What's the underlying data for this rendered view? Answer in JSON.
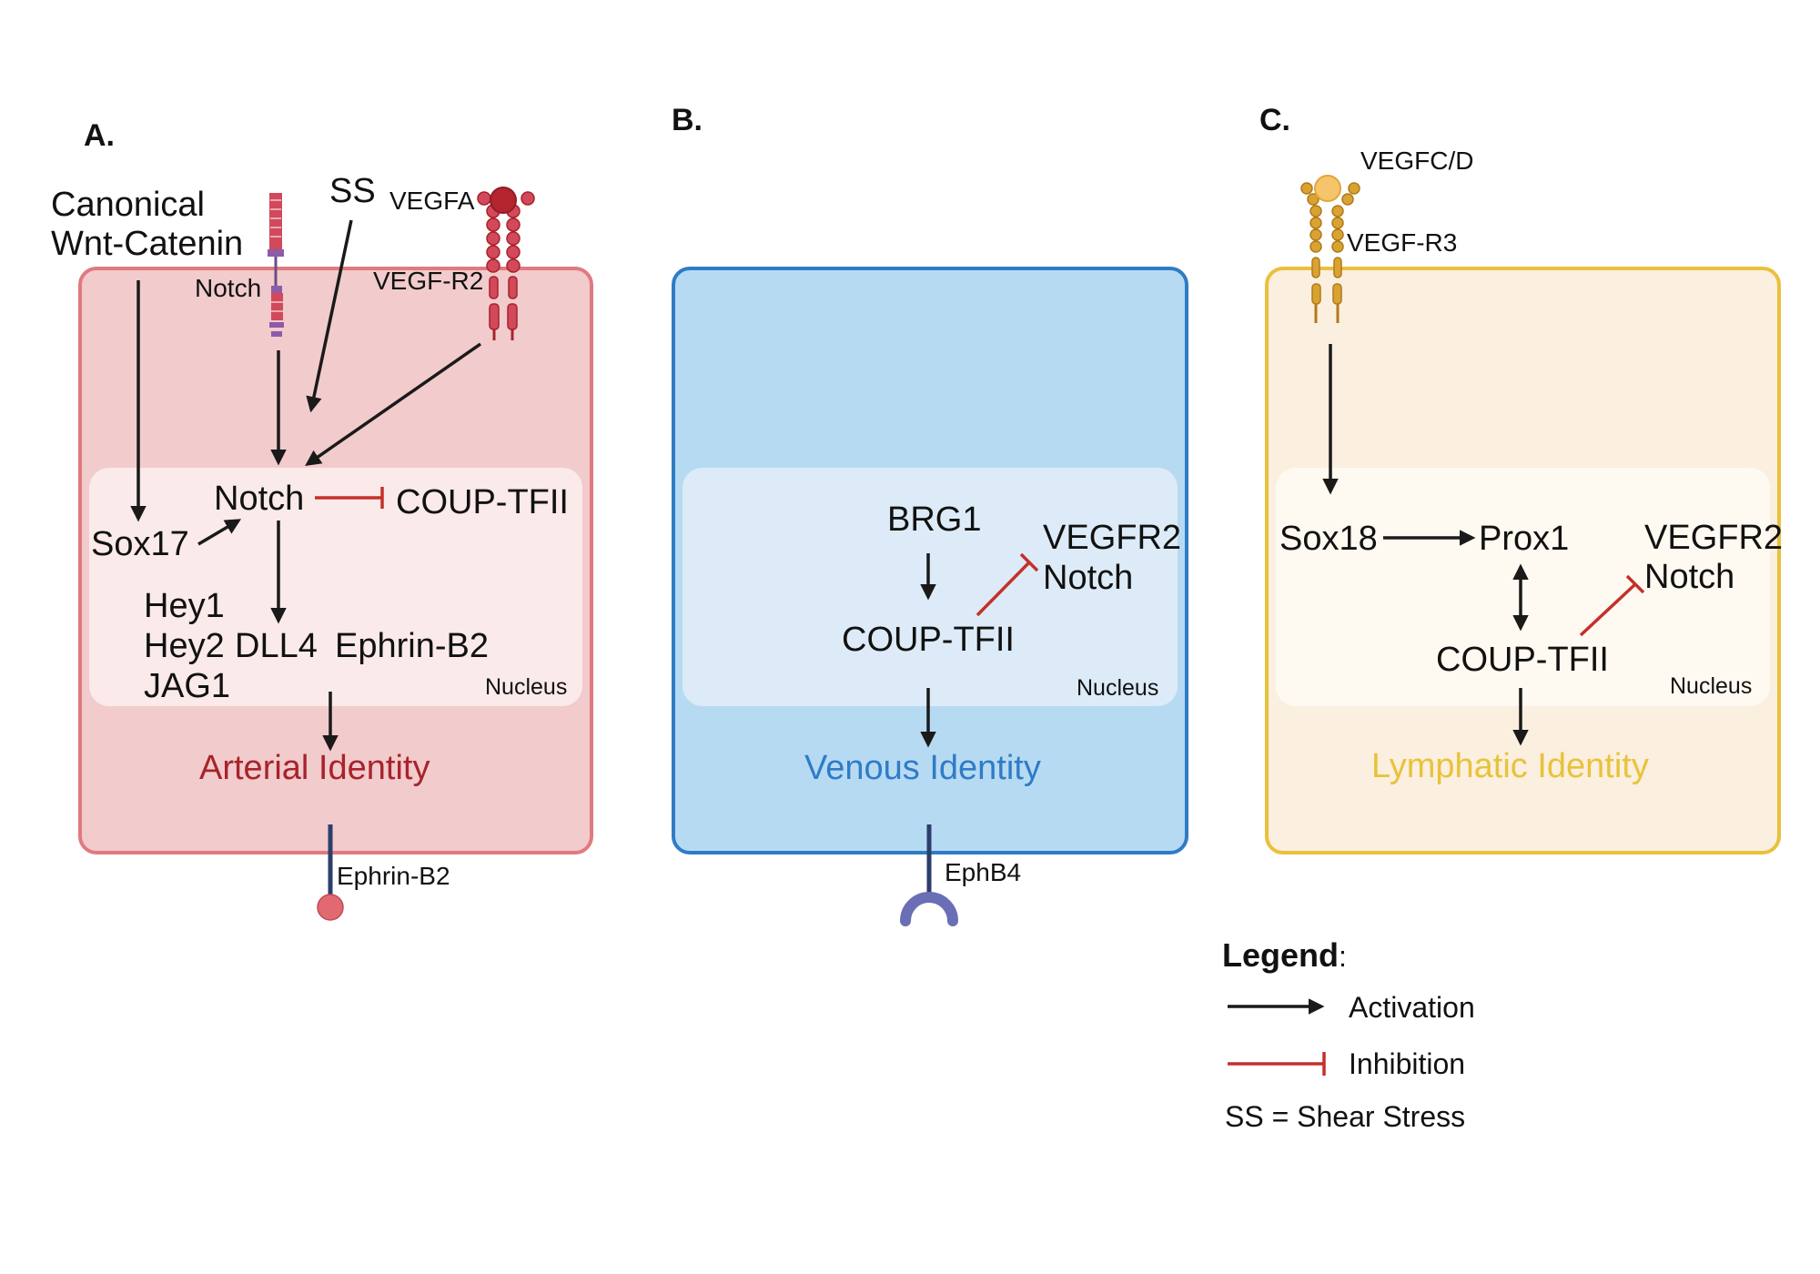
{
  "colors": {
    "arterial_fill": "#f2cbcc",
    "arterial_border": "#e07a7f",
    "arterial_text": "#a8232b",
    "venous_fill": "#b7daf3",
    "venous_border": "#2f7cc6",
    "venous_text": "#2f7cc6",
    "lymph_fill": "#fbefdf",
    "lymph_border": "#e9c13a",
    "lymph_text": "#e8c33a",
    "activation": "#1a1a1a",
    "inhibition": "#c4302b"
  },
  "panel_a": {
    "label": "A.",
    "wnt_line1": "Canonical",
    "wnt_line2": "Wnt-Catenin",
    "ss": "SS",
    "vegfa": "VEGFA",
    "notch_receptor": "Notch",
    "vegfr2": "VEGF-R2",
    "notch": "Notch",
    "coup": "COUP-TFII",
    "sox17": "Sox17",
    "hey1": "Hey1",
    "hey2": "Hey2",
    "dll4": "DLL4",
    "ephrin_b2_nuc": "Ephrin-B2",
    "jag1": "JAG1",
    "nucleus": "Nucleus",
    "identity": "Arterial Identity",
    "ligand": "Ephrin-B2"
  },
  "panel_b": {
    "label": "B.",
    "brg1": "BRG1",
    "vegfr2": "VEGFR2",
    "notch": "Notch",
    "coup": "COUP-TFII",
    "nucleus": "Nucleus",
    "identity": "Venous Identity",
    "receptor": "EphB4"
  },
  "panel_c": {
    "label": "C.",
    "vegfcd": "VEGFC/D",
    "vegfr3": "VEGF-R3",
    "sox18": "Sox18",
    "prox1": "Prox1",
    "vegfr2": "VEGFR2",
    "notch": "Notch",
    "coup": "COUP-TFII",
    "nucleus": "Nucleus",
    "identity": "Lymphatic Identity"
  },
  "legend": {
    "title": "Legend",
    "colon": ":",
    "activation": "Activation",
    "inhibition": "Inhibition",
    "ss_note": "SS = Shear Stress"
  }
}
